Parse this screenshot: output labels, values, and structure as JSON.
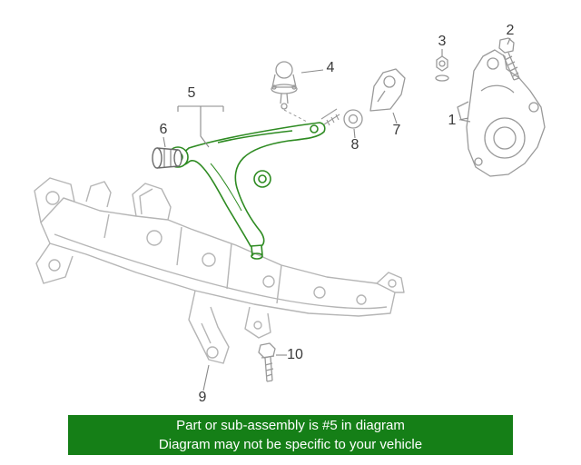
{
  "diagram": {
    "callouts": [
      {
        "label": "1"
      },
      {
        "label": "2"
      },
      {
        "label": "3"
      },
      {
        "label": "4"
      },
      {
        "label": "5"
      },
      {
        "label": "6"
      },
      {
        "label": "7"
      },
      {
        "label": "8"
      },
      {
        "label": "9"
      },
      {
        "label": "10"
      }
    ]
  },
  "colors": {
    "highlight_green": "#2e8b22",
    "banner_green": "#157f17",
    "diagram_gray": "#b5b5b5",
    "part_gray": "#9a9a9a",
    "callout_text": "#3a3a3a"
  },
  "banner": {
    "line1": "Part or sub-assembly is #5 in diagram",
    "line2": "Diagram may not be specific to your vehicle"
  }
}
